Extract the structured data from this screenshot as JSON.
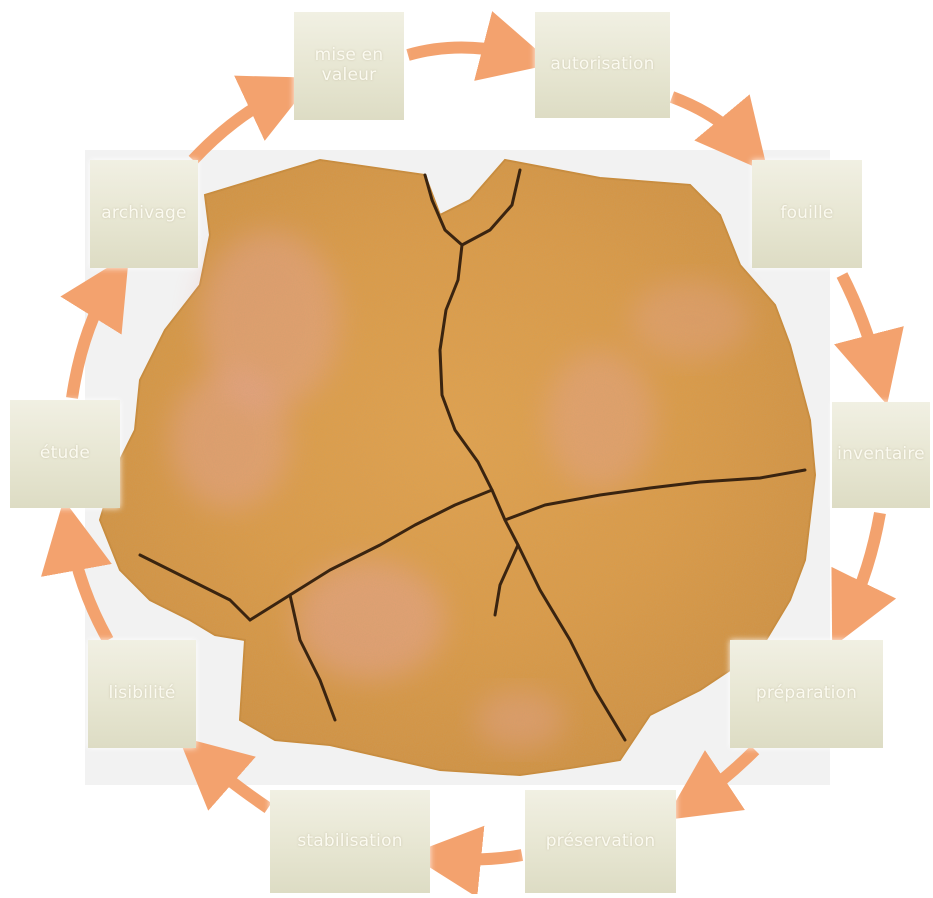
{
  "cycle": {
    "steps": [
      "mise en\nvaleur",
      "autorisation",
      "fouille",
      "inventaire",
      "préparation",
      "préservation",
      "stabilisation",
      "lisibilité",
      "étude",
      "archivage"
    ]
  },
  "colors": {
    "arrow": "#f3a26e",
    "box_text": "#fbfaf0",
    "plaster_base": "#dfa04d",
    "plaster_pink": "#e9a6a2"
  }
}
